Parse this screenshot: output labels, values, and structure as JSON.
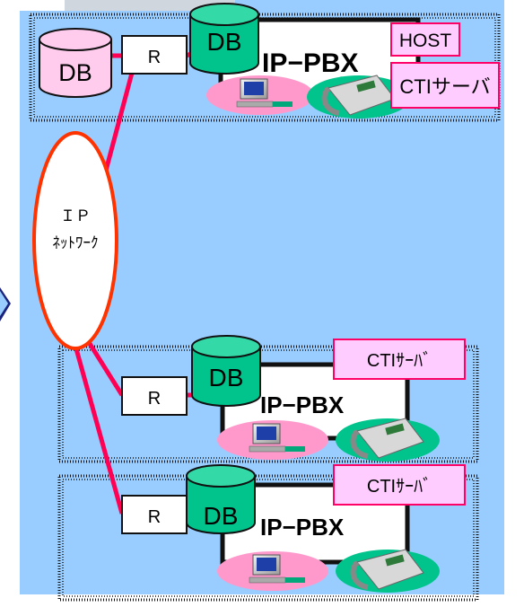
{
  "network": {
    "line1": "ＩＰ",
    "line2": "ﾈｯﾄﾜｰｸ"
  },
  "top_site": {
    "db_left": "DB",
    "router": "R",
    "db_top": "DB",
    "pbx": "IP−PBX",
    "host": "HOST",
    "cti": "CTIサーバ"
  },
  "mid_site": {
    "router": "R",
    "db": "DB",
    "pbx": "IP−PBX",
    "cti": "CTIｻｰﾊﾞ"
  },
  "bottom_site": {
    "router": "R",
    "db": "DB",
    "pbx": "IP−PBX",
    "cti": "CTIｻｰﾊﾞ"
  },
  "colors": {
    "background_panel": "#99ccff",
    "db_green": "#00c48c",
    "db_pink": "#ffccee",
    "label_pink": "#ffccff",
    "label_border": "#ff0066",
    "red_line": "#ff0055",
    "network_ring": "#ff3300",
    "pc_oval": "#ff99cc",
    "phone_oval": "#00c48c"
  }
}
